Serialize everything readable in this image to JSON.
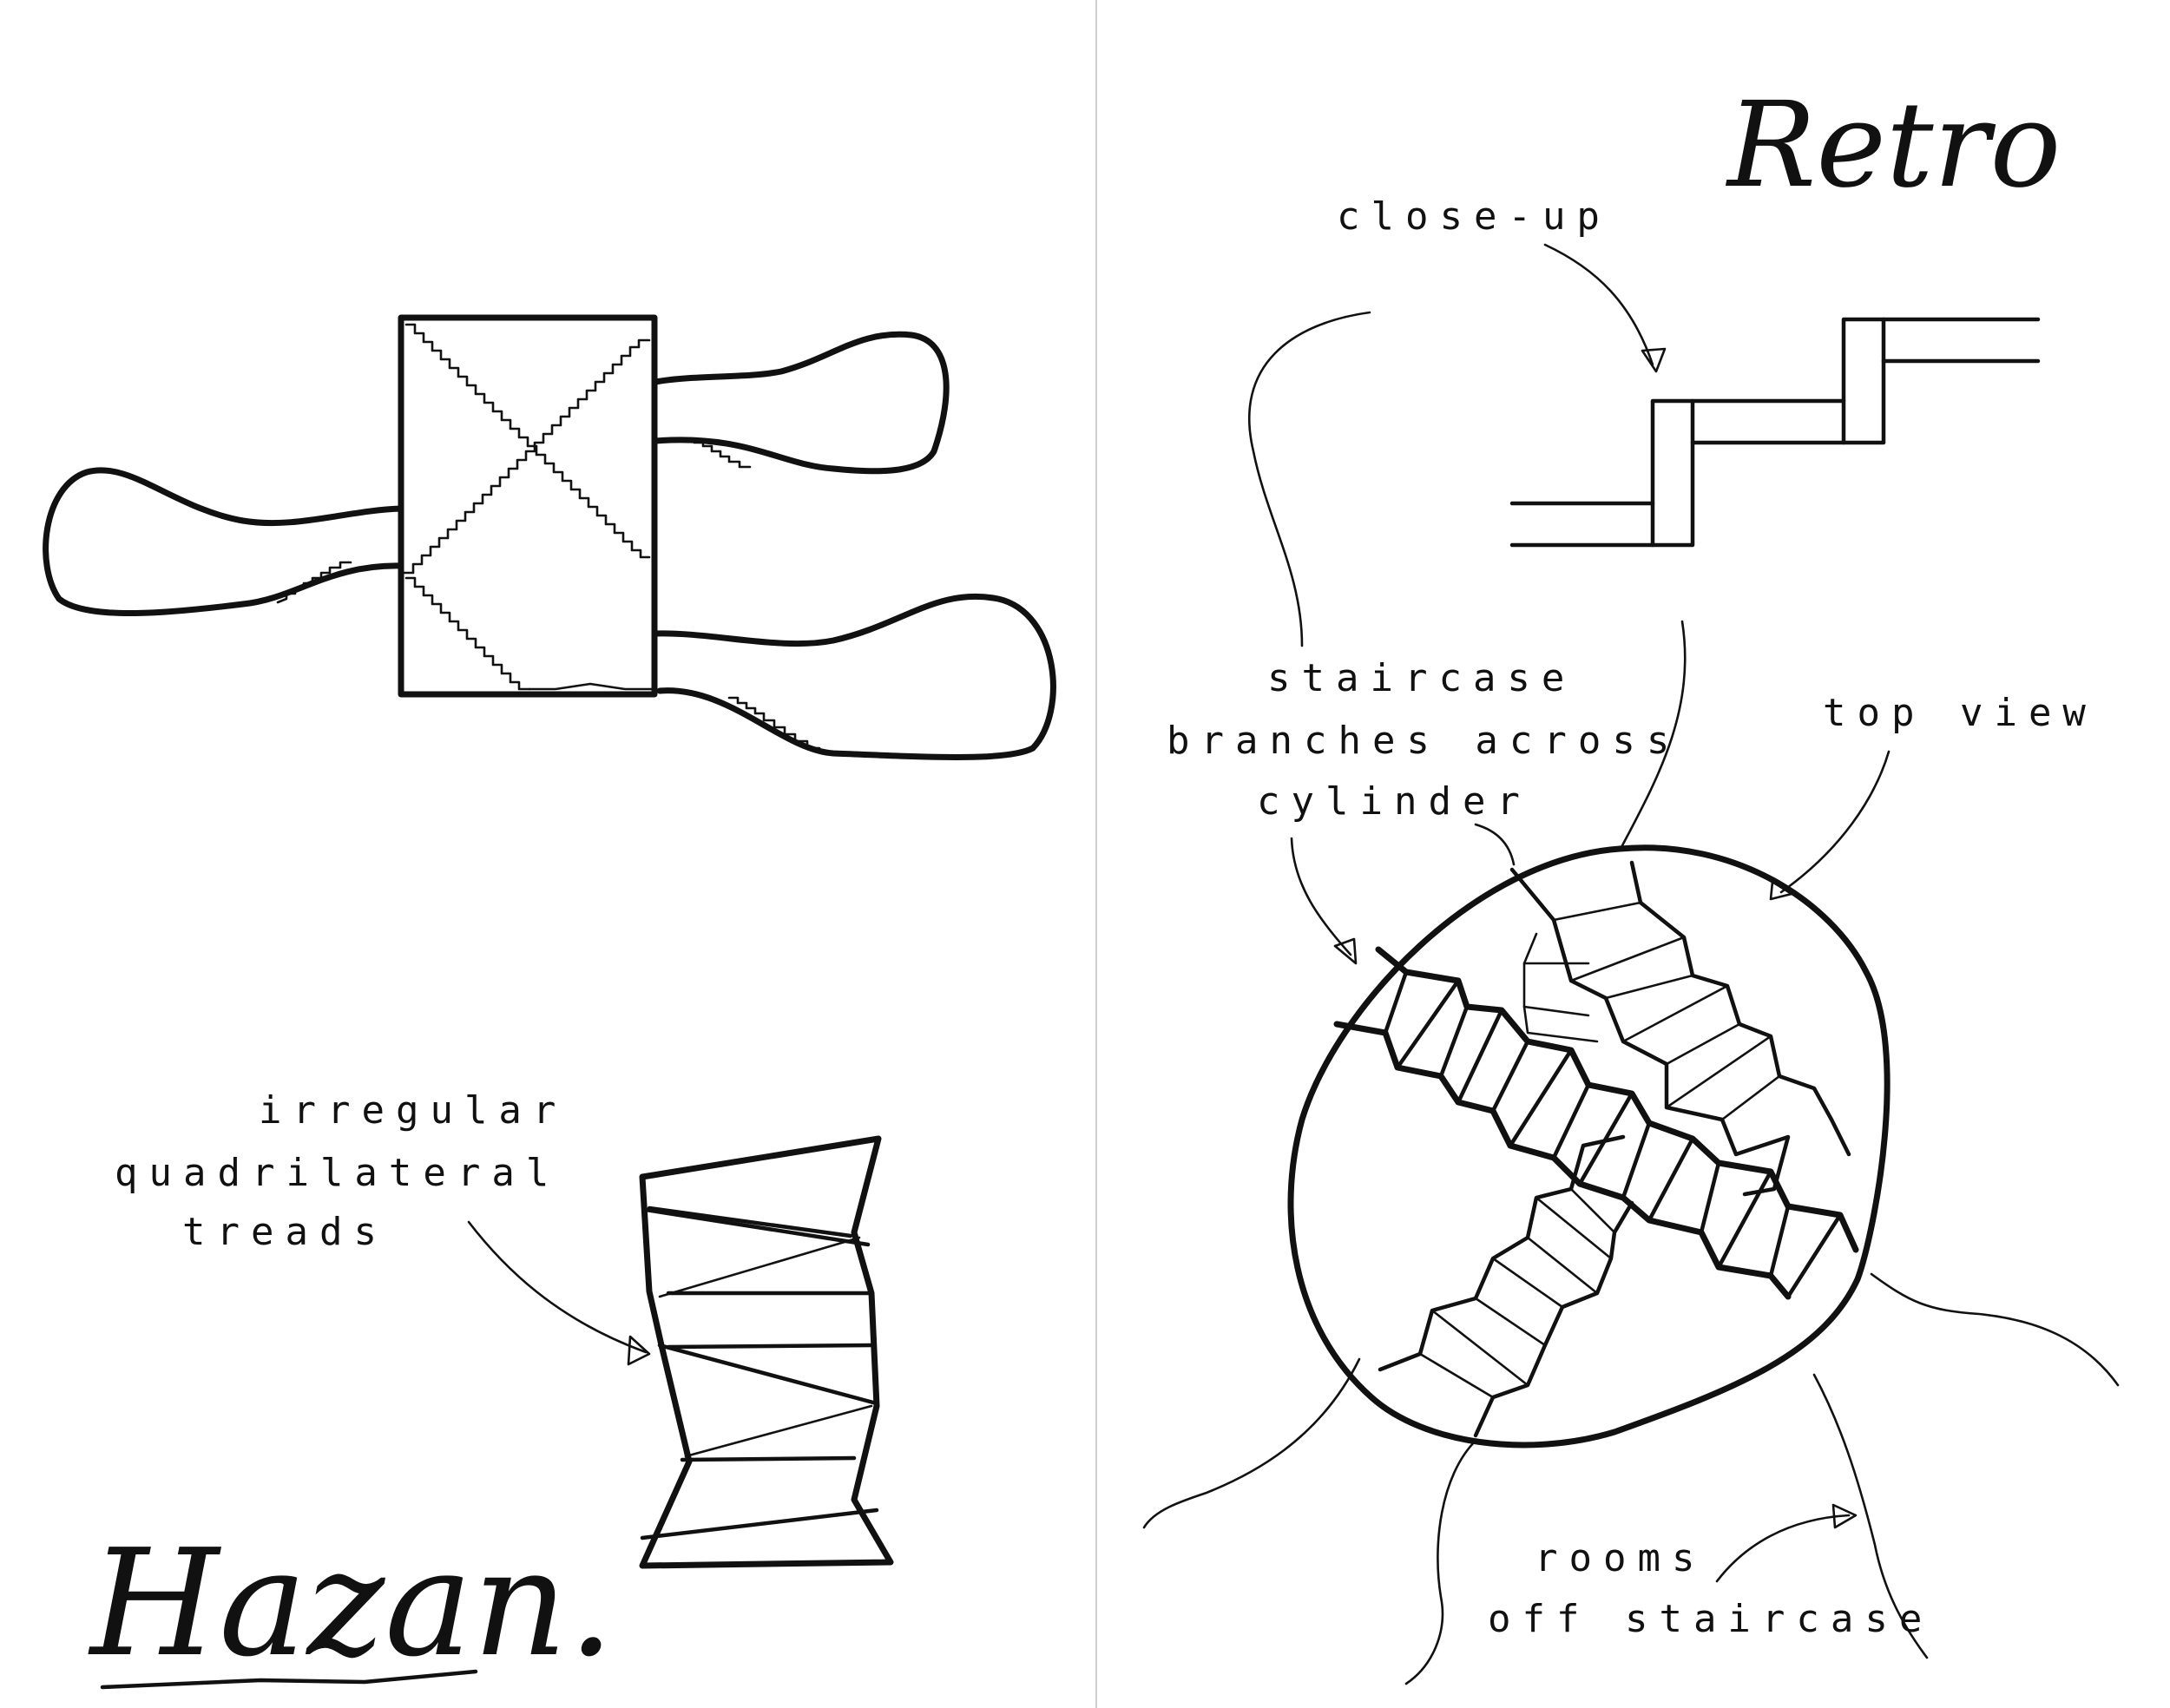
{
  "left_page": {
    "annotation_lines": [
      "irregular",
      "quadrilateral",
      "treads"
    ],
    "signature": "Hazan."
  },
  "right_page": {
    "title": "Retro",
    "closeup_label": "close-up",
    "staircase_lines": [
      "staircase",
      "branches across",
      "cylinder"
    ],
    "top_view_label": "top view",
    "rooms_lines": [
      "rooms",
      "off staircase"
    ]
  },
  "colors": {
    "ink": "#111111",
    "paper": "#ffffff",
    "divider": "#cfcfcf"
  }
}
